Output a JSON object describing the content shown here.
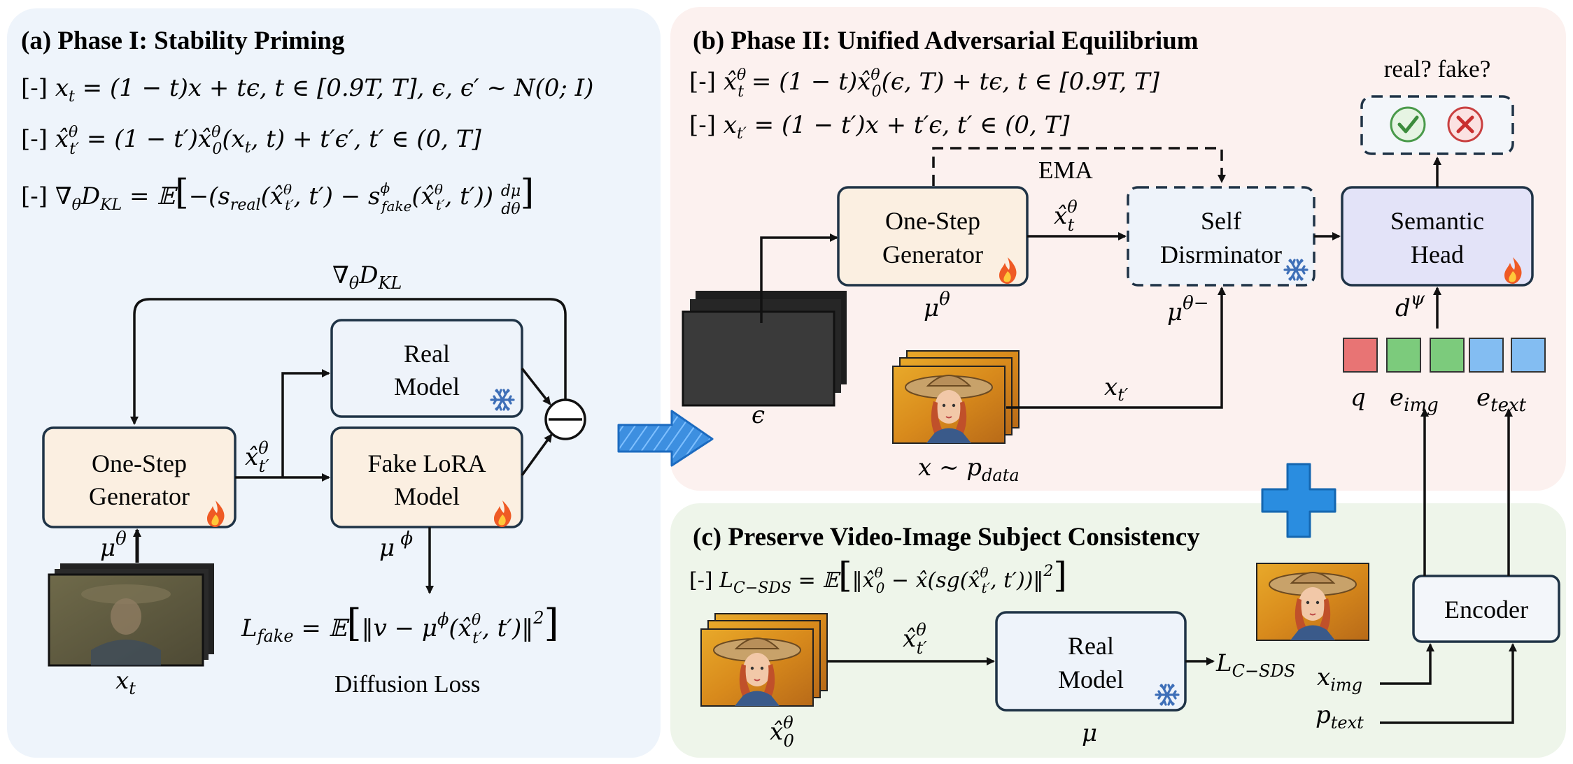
{
  "panels": {
    "a": {
      "title": "(a) Phase I: Stability Priming",
      "eq1": "[-] x_t = (1 − t)x + tϵ,  t ∈ [0.9T, T],  ϵ, ϵ′ ~ N(0; I)",
      "eq2": "[-] x̂^θ_t′ = (1 − t′)x̂^θ_0(x_t, t) + t′ϵ′, t′ ∈ (0, T]",
      "eq3": "[-] ∇_θ D_KL = 𝔼[−(s_real(x̂^θ_t′, t′) − s^ϕ_fake(x̂^θ_t′, t′)) dμ/dθ]",
      "grad_label": "∇θ DKL",
      "generator": [
        "One-Step",
        "Generator"
      ],
      "real_model": [
        "Real",
        "Model"
      ],
      "fake_model": [
        "Fake LoRA",
        "Model"
      ],
      "xhat_label": "x̂θt′",
      "mu_theta": "μθ",
      "mu_phi": "μ ϕ",
      "xt_label": "xt",
      "loss_eq": "L_fake = 𝔼[‖v − μ^ϕ(x̂^θ_t′, t′)‖²]",
      "loss_caption": "Diffusion Loss"
    },
    "b": {
      "title": "(b) Phase II: Unified Adversarial Equilibrium",
      "eq1": "[-] x̂^θ_t = (1 − t)x̂^θ_0(ϵ, T) + tϵ, t ∈ [0.9T, T]",
      "eq2": "[-] x_t′ = (1 − t′)x + t′ϵ, t′ ∈ (0, T]",
      "ema": "EMA",
      "generator": [
        "One-Step",
        "Generator"
      ],
      "discriminator": [
        "Self",
        "Disrminator"
      ],
      "semantic_head": [
        "Semantic",
        "Head"
      ],
      "real_fake": "real? fake?",
      "xhat_t": "x̂θt",
      "mu_theta": "μθ",
      "mu_theta_minus": "μθ−",
      "d_psi": "dψ",
      "epsilon": "ϵ",
      "x_data": "x ~ pdata",
      "xt_prime": "xt′",
      "tokens": [
        "q",
        "eimg",
        "etext"
      ]
    },
    "c": {
      "title": "(c) Preserve Video-Image Subject Consistency",
      "eq1": "[-] L_C−SDS = 𝔼[‖x̂^θ_0 − x̂(sg(x̂^θ_t′, t′))‖²]",
      "real_model": [
        "Real",
        "Model"
      ],
      "xhat_tprime": "x̂θt′",
      "l_csds": "LC−SDS",
      "mu": "μ",
      "x0_label": "x̂θ0",
      "encoder": "Encoder",
      "x_img": "ximg",
      "p_text": "ptext"
    }
  },
  "colors": {
    "panel_a_bg": "#eef4fb",
    "panel_b_bg": "#fcf1ef",
    "panel_c_bg": "#eef5ea",
    "box_peach": "#fbefe1",
    "box_lightblue": "#eef3fa",
    "box_lavender": "#e3e3f8",
    "box_border": "#1f3346",
    "token_red": "#e87474",
    "token_green": "#7ccb7c",
    "token_blue": "#83bdf2",
    "plus_blue": "#2a8de0"
  },
  "icons": [
    "flame-icon",
    "snowflake-icon",
    "check-icon",
    "cross-icon",
    "arrow-right-icon",
    "plus-icon"
  ]
}
